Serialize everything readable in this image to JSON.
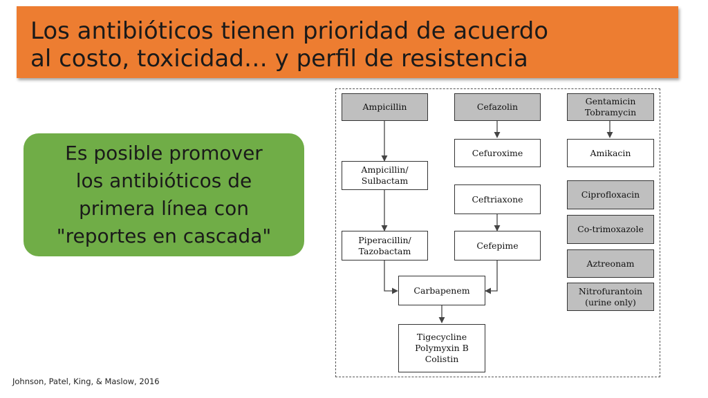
{
  "title": {
    "line1": "Los antibióticos tienen prioridad de acuerdo",
    "line2": "al costo, toxicidad… y perfil de resistencia"
  },
  "callout": {
    "lines": [
      "Es posible promover",
      "los antibióticos de",
      "primera línea con",
      "\"reportes en cascada\""
    ]
  },
  "citation": "Johnson, Patel, King, & Maslow, 2016",
  "diagram": {
    "ampicillin": [
      "Ampicillin"
    ],
    "ampicillin_sulbactam": [
      "Ampicillin/",
      "Sulbactam"
    ],
    "piperacillin_tazobactam": [
      "Piperacillin/",
      "Tazobactam"
    ],
    "cefazolin": [
      "Cefazolin"
    ],
    "cefuroxime": [
      "Cefuroxime"
    ],
    "ceftriaxone": [
      "Ceftriaxone"
    ],
    "cefepime": [
      "Cefepime"
    ],
    "carbapenem": [
      "Carbapenem"
    ],
    "last_line": [
      "Tigecycline",
      "Polymyxin  B",
      "Colistin"
    ],
    "gentamicin_tobramycin": [
      "Gentamicin",
      "Tobramycin"
    ],
    "amikacin": [
      "Amikacin"
    ],
    "ciprofloxacin": [
      "Ciprofloxacin"
    ],
    "co_trimoxazole": [
      "Co-trimoxazole"
    ],
    "aztreonam": [
      "Aztreonam"
    ],
    "nitrofurantoin": [
      "Nitrofurantoin",
      "(urine only)"
    ]
  },
  "colors": {
    "title_bg": "#ed7d31",
    "callout_bg": "#70ad47",
    "grey_box": "#bfbfbf"
  }
}
